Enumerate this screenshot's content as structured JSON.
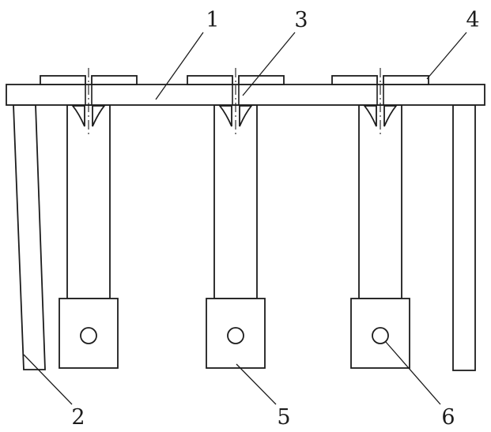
{
  "figure": {
    "background_color": "#ffffff",
    "line_color": "#1c1c1c",
    "callouts": [
      {
        "label": "1",
        "points_to": "top-beam"
      },
      {
        "label": "2",
        "points_to": "left-leg"
      },
      {
        "label": "3",
        "points_to": "middle-unit-stem"
      },
      {
        "label": "4",
        "points_to": "right-clamp-plate"
      },
      {
        "label": "5",
        "points_to": "middle-block"
      },
      {
        "label": "6",
        "points_to": "right-block-hole"
      }
    ]
  }
}
